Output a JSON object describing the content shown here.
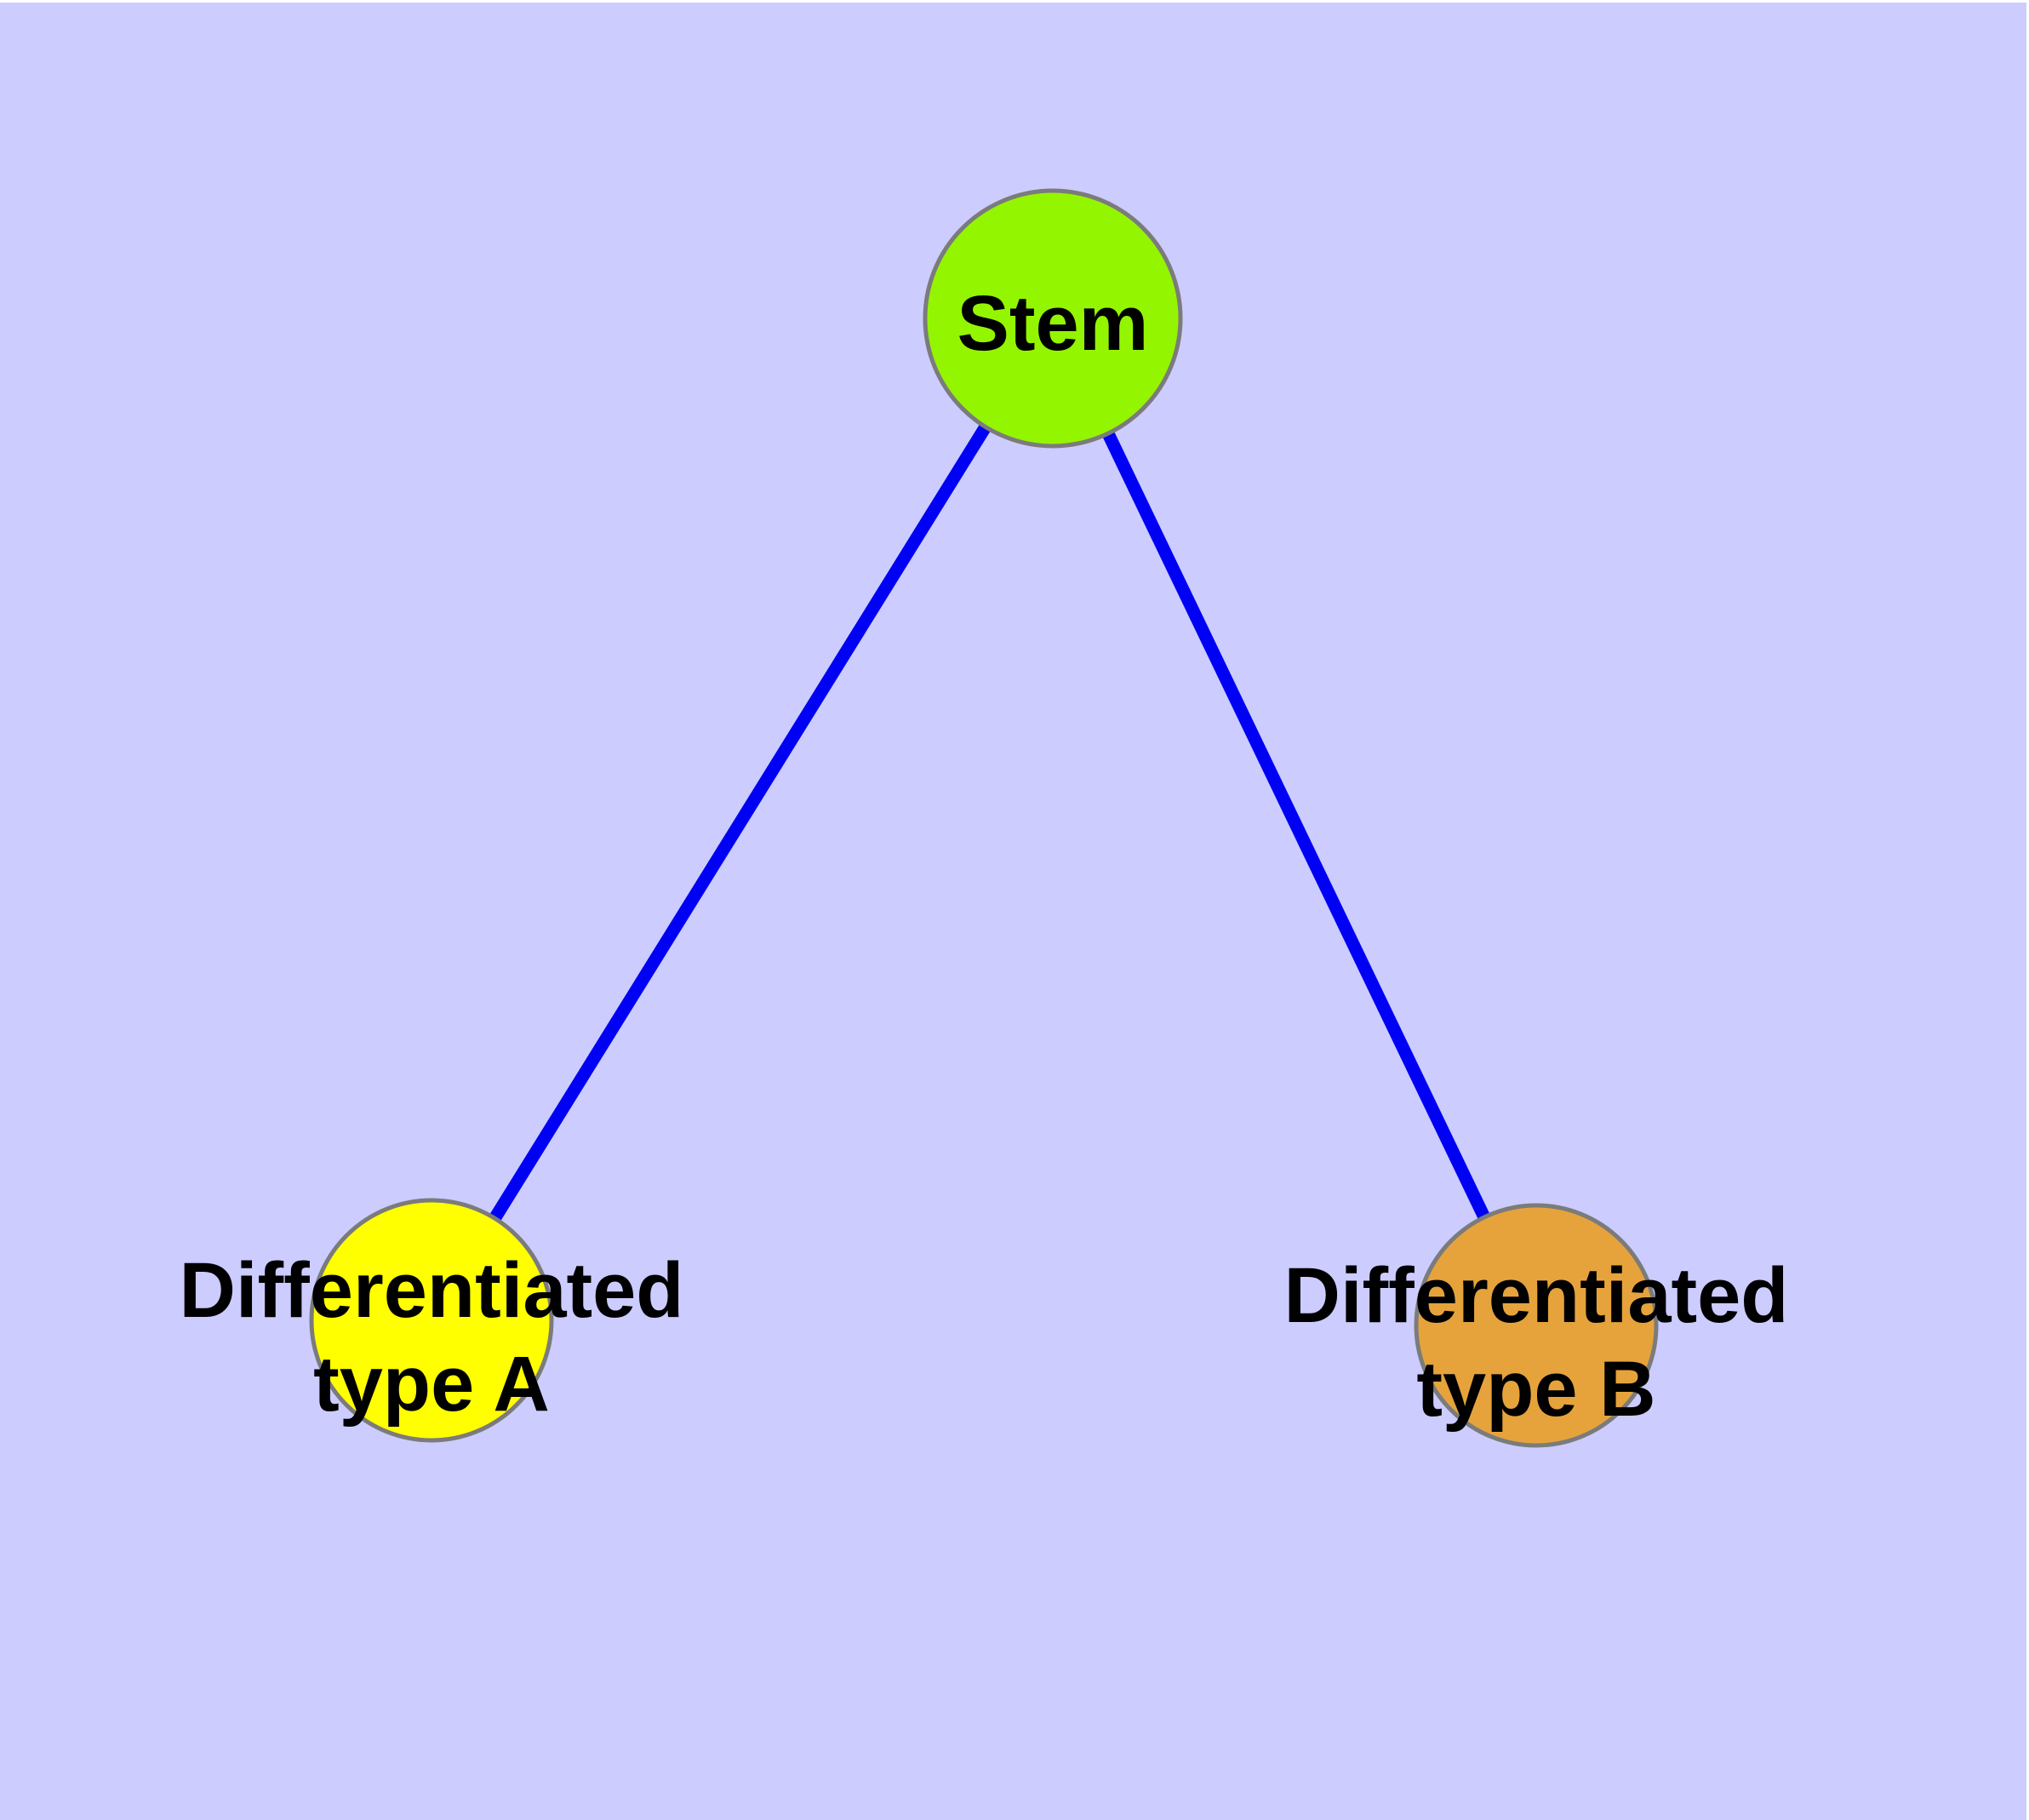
{
  "diagram": {
    "type": "graph",
    "description_colors": {
      "background": "#CCCCFF",
      "page_margin": "#FFFFFF",
      "edge": "#0000F5",
      "node_border": "#7B7B7B",
      "label_text": "#000000"
    },
    "nodes": {
      "stem": {
        "label": "Stem",
        "fill": "#94F500"
      },
      "type_a": {
        "label": "Differentiated type A",
        "label_line1": "Differentiated",
        "label_line2": "type A",
        "fill": "#FFFF00"
      },
      "type_b": {
        "label": "Differentiated type B",
        "label_line1": "Differentiated",
        "label_line2": "type B",
        "fill": "#E6A33C"
      }
    },
    "edges": [
      {
        "from": "Stem",
        "to": "Differentiated type A"
      },
      {
        "from": "Stem",
        "to": "Differentiated type B"
      }
    ]
  }
}
